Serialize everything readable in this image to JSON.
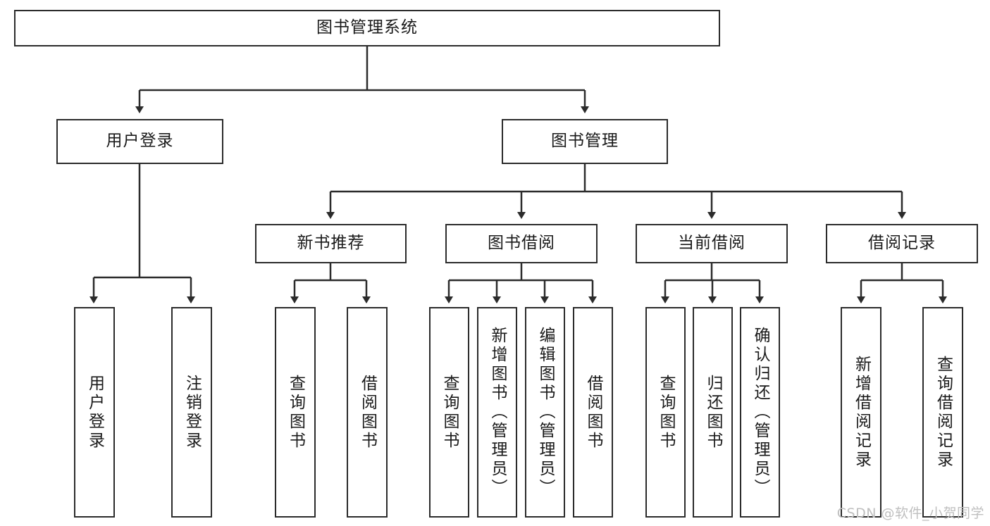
{
  "diagram": {
    "title": "图书管理系统",
    "root": {
      "label": "图书管理系统"
    },
    "level2": [
      {
        "label": "用户登录"
      },
      {
        "label": "图书管理"
      }
    ],
    "level3": [
      {
        "label": "新书推荐"
      },
      {
        "label": "图书借阅"
      },
      {
        "label": "当前借阅"
      },
      {
        "label": "借阅记录"
      }
    ],
    "leaves": {
      "user_login": [
        {
          "label": "用户登录"
        },
        {
          "label": "注销登录"
        }
      ],
      "new_book": [
        {
          "label": "查询图书"
        },
        {
          "label": "借阅图书"
        }
      ],
      "book_borrow": [
        {
          "label": "查询图书"
        },
        {
          "label": "新增图书（管理员）"
        },
        {
          "label": "编辑图书（管理员）"
        },
        {
          "label": "借阅图书"
        }
      ],
      "current_borrow": [
        {
          "label": "查询图书"
        },
        {
          "label": "归还图书"
        },
        {
          "label": "确认归还（管理员）"
        }
      ],
      "borrow_record": [
        {
          "label": "新增借阅记录"
        },
        {
          "label": "查询借阅记录"
        }
      ]
    }
  },
  "watermark": {
    "text": "CSDN @软件_小贺同学"
  },
  "colors": {
    "border": "#2b2b2b",
    "line": "#2b2b2b",
    "background": "#ffffff",
    "text": "#1a1a1a",
    "watermark": "#bfbfbf"
  }
}
